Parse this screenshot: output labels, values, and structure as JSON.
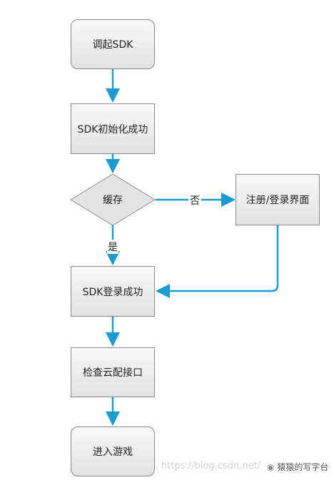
{
  "nodes": {
    "start": "调起SDK",
    "init": "SDK初始化成功",
    "decision": "缓存",
    "register": "注册/登录界面",
    "login_ok": "SDK登录成功",
    "check": "检查云配接口",
    "enter": "进入游戏"
  },
  "edges": {
    "no_label": "否",
    "yes_label": "是"
  },
  "watermark": {
    "url": "https://blog.csdn.net/",
    "brand": "猿猿的写字台"
  },
  "colors": {
    "arrow": "#1d9bd1",
    "node_border": "#8a8a8a"
  }
}
